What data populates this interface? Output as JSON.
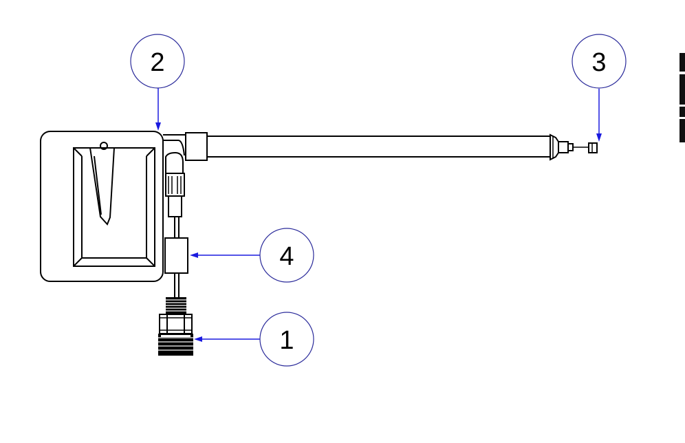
{
  "diagram": {
    "balloons": [
      {
        "id": "b2",
        "label": "2"
      },
      {
        "id": "b3",
        "label": "3"
      },
      {
        "id": "b4",
        "label": "4"
      },
      {
        "id": "b1",
        "label": "1"
      }
    ],
    "colors": {
      "line": "#000000",
      "leader": "#1a1adf",
      "balloon_outline": "#2a2a9a",
      "background": "#ffffff"
    }
  }
}
